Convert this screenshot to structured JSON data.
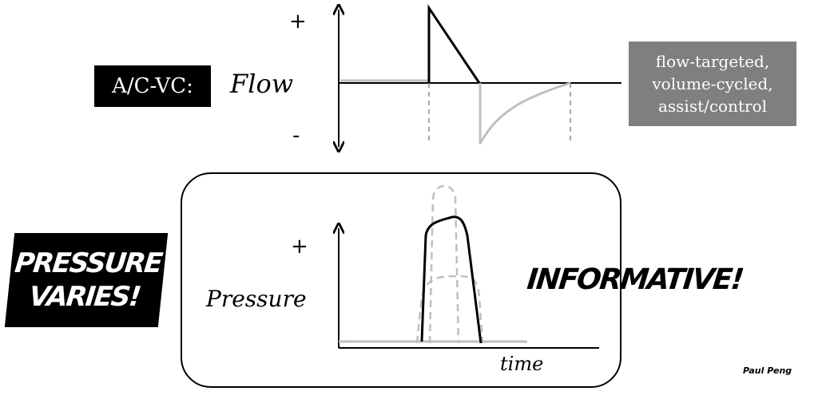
{
  "flow_panel": {
    "mode_label": "A/C-VC:",
    "signal_label": "Flow",
    "plus_sign": "+",
    "minus_sign": "-"
  },
  "mode_description": "flow-targeted,\nvolume-cycled,\nassist/control",
  "pressure_panel": {
    "plus_sign": "+",
    "signal_label": "Pressure",
    "x_axis_label": "time"
  },
  "callouts": {
    "pressure_varies": "PRESSURE\nVARIES!",
    "informative": "INFORMATIVE!"
  },
  "credit": "Paul Peng",
  "colors": {
    "ink": "#000000",
    "light_trace": "#bfbfbf",
    "gray_box": "#7f7f7f",
    "dashed_guide": "#8c8c8c"
  }
}
